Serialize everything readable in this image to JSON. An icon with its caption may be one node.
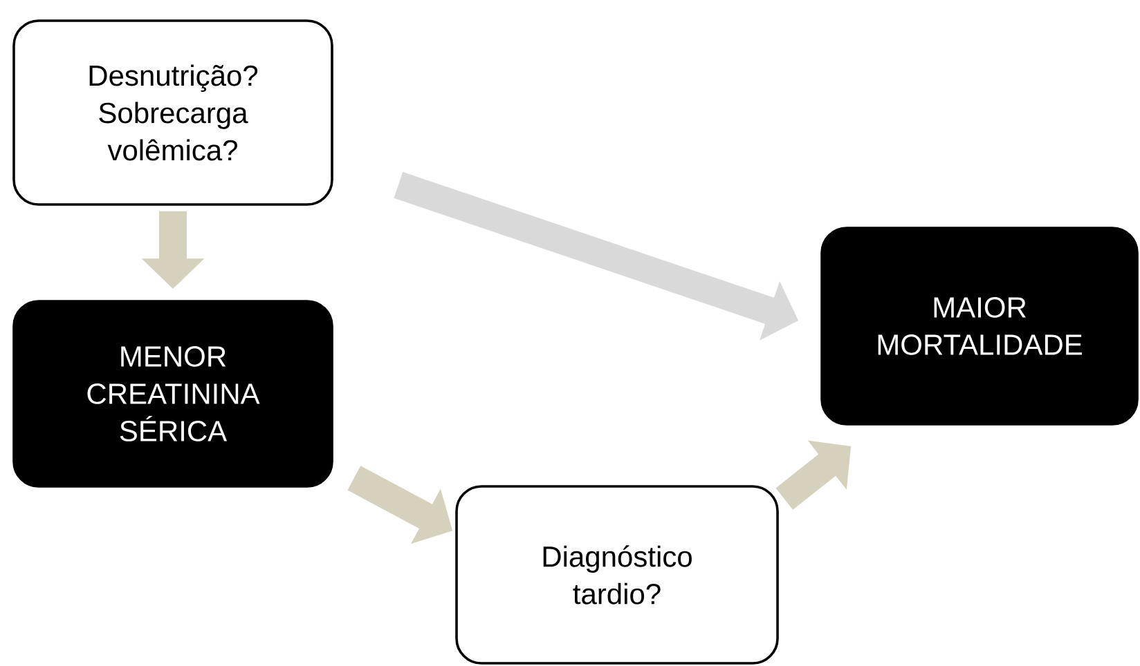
{
  "diagram": {
    "nodes": [
      {
        "text": [
          "Desnutrição? Sobrecarga volêmica?"
        ]
      },
      {
        "text": [
          "MENOR CREATININA SÉRICA"
        ]
      },
      {
        "text": [
          "Diagnóstico tardio?"
        ]
      },
      {
        "text": [
          "MAIOR MORTALIDADE"
        ]
      }
    ],
    "edges": [
      {
        "from": 0,
        "to": 1,
        "arrow": "to"
      },
      {
        "from": 1,
        "to": 2,
        "arrow": "to"
      },
      {
        "from": 2,
        "to": 3,
        "arrow": "to"
      },
      {
        "from": 0,
        "to": 3,
        "arrow": "to",
        "color": "#d9d9d9"
      }
    ]
  }
}
